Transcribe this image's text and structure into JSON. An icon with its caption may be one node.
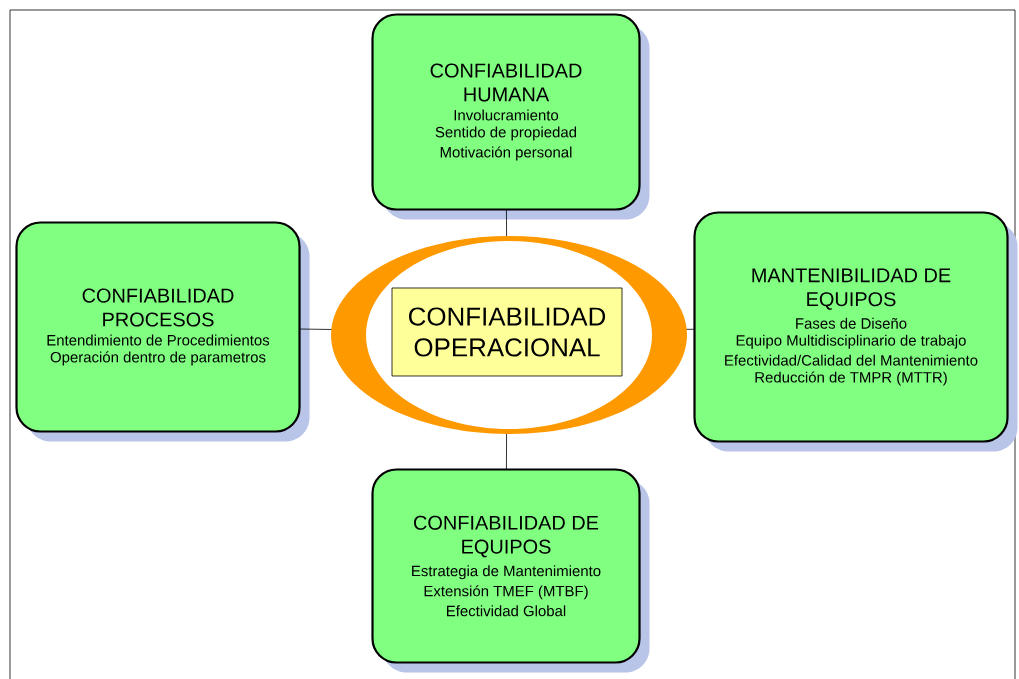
{
  "diagram": {
    "nodes": [
      {
        "text": [
          "CONFIABILIDAD HUMANA",
          "Involucramiento",
          "Sentido de propiedad",
          "Motivación personal"
        ]
      },
      {
        "text": [
          "CONFIABILIDAD PROCESOS",
          "Entendimiento de Procedimientos",
          "Operación dentro de parametros"
        ]
      },
      {
        "text": [
          "CONFIABILIDAD OPERACIONAL"
        ]
      },
      {
        "text": [
          "MANTENIBILIDAD DE EQUIPOS",
          "Fases de Diseño",
          "Equipo Multidisciplinario de trabajo",
          "Efectividad/Calidad del Mantenimiento",
          "Reducción de TMPR (MTTR)"
        ]
      },
      {
        "text": [
          "CONFIABILIDAD DE EQUIPOS",
          "Estrategia de Mantenimiento",
          "Extensión TMEF (MTBF)",
          "Efectividad Global"
        ]
      }
    ],
    "edges": [
      {
        "from": 2,
        "to": 0,
        "arrow": "none"
      },
      {
        "from": 2,
        "to": 1,
        "arrow": "none"
      },
      {
        "from": 2,
        "to": 3,
        "arrow": "none"
      },
      {
        "from": 2,
        "to": 4,
        "arrow": "none"
      }
    ]
  }
}
